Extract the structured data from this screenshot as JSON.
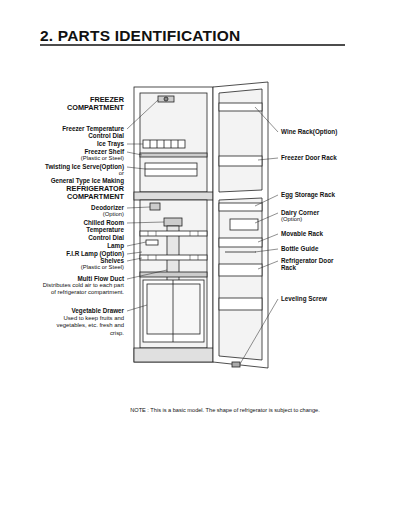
{
  "diagram": {
    "title": "2. PARTS IDENTIFICATION",
    "labels": [
      "FREEZER COMPARTMENT",
      "Freezer Temperature Control Dial",
      "Ice Trays",
      "Freezer Shelf",
      "(Plastic or Steel)",
      "Twisting Ice Serve(Option)",
      "or",
      "General Type Ice Making",
      "REFRIGERATOR COMPARTMENT",
      "Deodorizer",
      "(Option)",
      "Chilled Room Temperature Control Dial",
      "Lamp",
      "F.I.R Lamp (Option)",
      "Shelves",
      "(Plastic or Steel)",
      "Multi Flow Duct",
      "Distributes cold air to each part of refrigerator compartment.",
      "Vegetable Drawer",
      "Used to keep fruits and vegetables, etc. fresh and crisp.",
      "Wine Rack(Option)",
      "Freezer Door Rack",
      "Egg Storage Rack",
      "Dairy Corner",
      "(Option)",
      "Movable Rack",
      "Bottle Guide",
      "Refrigerator Door Rack",
      "Leveling Screw",
      "NOTE : This is a basic model. The shape of refrigerator is subject to change."
    ]
  }
}
